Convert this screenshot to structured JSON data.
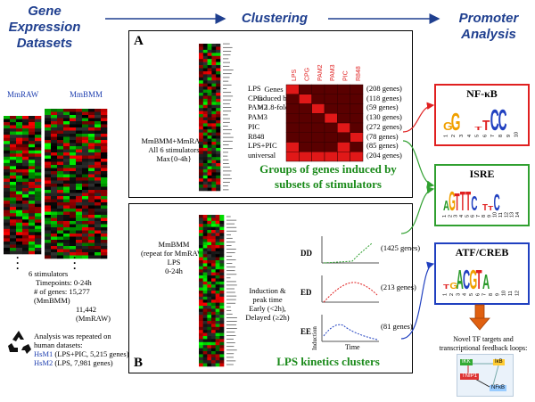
{
  "headers": {
    "datasets": [
      "Gene",
      "Expression",
      "Datasets"
    ],
    "clustering": "Clustering",
    "promoter": [
      "Promoter",
      "Analysis"
    ]
  },
  "datasets": {
    "left_label": "MmRAW",
    "right_label": "MmBMM",
    "info": [
      "6 stimulators",
      "Timepoints: 0-24h",
      "# of genes: 15,277 (MmBMM)",
      "11,442 (MmRAW)"
    ],
    "recycle_note": [
      "Analysis was repeated on",
      "human datasets:"
    ],
    "hsm1_name": "HsM1",
    "hsm1_desc": "(LPS+PIC, 5,215 genes)",
    "hsm2_name": "HsM2",
    "hsm2_desc": "(LPS, 7,981 genes)"
  },
  "panel_a": {
    "letter": "A",
    "condition": [
      "MmBMM+MmRAW",
      "All 6 stimulators",
      "Max{0-4h}"
    ],
    "arrow_label": [
      "Genes",
      "induced by",
      "> 1.8-fold"
    ],
    "clusters": [
      "LPS",
      "CPG",
      "PAM2",
      "PAM3",
      "PIC",
      "R848",
      "LPS+PIC",
      "universal"
    ],
    "counts": [
      "(208 genes)",
      "(118 genes)",
      "(59 genes)",
      "(130 genes)",
      "(272 genes)",
      "(78 genes)",
      "(85 genes)",
      "(204 genes)"
    ],
    "matrix_columns": [
      "LPS",
      "CPG",
      "PAM2",
      "PAM3",
      "PIC",
      "R848"
    ],
    "title": [
      "Groups of genes induced by",
      "subsets of stimulators"
    ]
  },
  "panel_b": {
    "letter": "B",
    "condition": [
      "MmBMM",
      "(repeat for MmRAW)",
      "LPS",
      "0-24h"
    ],
    "arrow_label": [
      "Induction &",
      "peak time",
      "Early (<2h),",
      "Delayed (≥2h)"
    ],
    "kinetics": [
      {
        "name": "DD",
        "count": "(1425 genes)"
      },
      {
        "name": "ED",
        "count": "(213 genes)"
      },
      {
        "name": "EE",
        "count": "(81 genes)"
      }
    ],
    "y_axis": "Induction",
    "x_axis": "Time",
    "title": "LPS kinetics clusters"
  },
  "motifs": [
    {
      "name": "NF-κB",
      "border": "#e02020",
      "letters": "GG  TTCC",
      "positions": "1 2 3 4 5 6 7 8 9 10"
    },
    {
      "name": "ISRE",
      "border": "#30a030",
      "letters": "AGTTTC TTC",
      "positions": "1 2 3 4 5 6 7 8 9 10 11 12 13 14"
    },
    {
      "name": "ATF/CREB",
      "border": "#2040c0",
      "letters": "TGACGTA",
      "positions": "1 2 3 4 5 6 7 8 9 10 11 12"
    }
  ],
  "novel": {
    "text": [
      "Novel TF targets and",
      "transcriptional feedback loops:"
    ],
    "nodes": [
      "IKK",
      "IκB",
      "TNIP1",
      "NFκB"
    ]
  },
  "colors": {
    "header": "#1f3f8f",
    "green": "#1a8a1a",
    "red": "#e02020",
    "blue": "#2040c0",
    "orange": "#e06010"
  }
}
